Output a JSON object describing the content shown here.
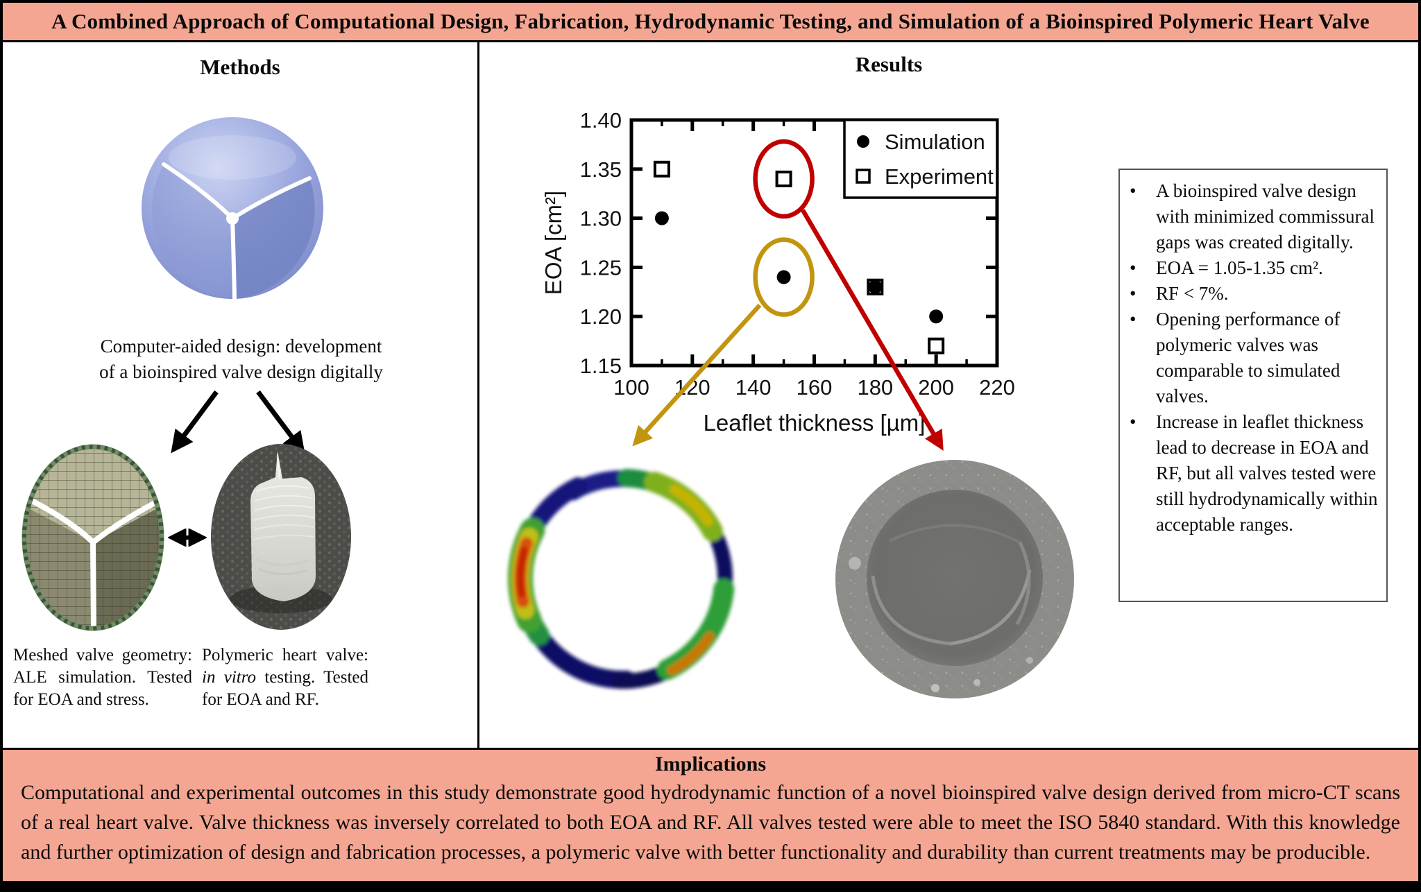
{
  "title": "A Combined Approach of Computational Design, Fabrication, Hydrodynamic Testing, and Simulation of a Bioinspired Polymeric Heart Valve",
  "colors": {
    "banner_salmon": "#F5A692",
    "annotation_red": "#C00000",
    "annotation_yellow": "#C2950E"
  },
  "methods": {
    "heading": "Methods",
    "cad_caption_lines": [
      "Computer-aided design: development",
      "of a bioinspired valve design digitally"
    ],
    "mesh_caption": "Meshed valve geometry: ALE simulation. Tested for EOA and stress.",
    "polymer_caption_prefix": "Polymeric heart valve: ",
    "polymer_caption_italic": "in vitro",
    "polymer_caption_suffix": " testing. Tested for EOA and RF."
  },
  "results": {
    "heading": "Results",
    "bullets": [
      "A bioinspired valve design with minimized commissural gaps was created digitally.",
      "EOA = 1.05-1.35 cm².",
      "RF < 7%.",
      "Opening performance of polymeric valves was comparable to simulated valves.",
      "Increase in leaflet thickness lead to decrease in EOA and RF, but all valves tested were still hydrodynamically within acceptable ranges."
    ]
  },
  "implications": {
    "heading": "Implications",
    "text": "Computational and experimental outcomes in this study demonstrate good hydrodynamic function of a novel bioinspired valve design derived from micro-CT scans of a real heart valve. Valve thickness was inversely correlated to both EOA and RF. All valves tested were able to meet the ISO 5840 standard. With this knowledge and further optimization of design and fabrication processes, a polymeric valve with better functionality and durability than current treatments may be producible."
  },
  "chart_data": {
    "type": "scatter",
    "title": "",
    "xlabel": "Leaflet thickness [µm]",
    "ylabel": "EOA [cm²]",
    "xlim": [
      100,
      220
    ],
    "ylim": [
      1.15,
      1.4
    ],
    "x_ticks": [
      100,
      120,
      140,
      160,
      180,
      200,
      220
    ],
    "x_minor_ticks": [
      110,
      130,
      150,
      170,
      190,
      210
    ],
    "y_ticks": [
      1.15,
      1.2,
      1.25,
      1.3,
      1.35,
      1.4
    ],
    "grid": false,
    "legend_position": "top-right",
    "series": [
      {
        "name": "Simulation",
        "marker": "filled-circle",
        "x": [
          110,
          150,
          180,
          200
        ],
        "y": [
          1.3,
          1.24,
          1.23,
          1.2
        ]
      },
      {
        "name": "Experiment",
        "marker": "open-square",
        "x": [
          110,
          150,
          180,
          200
        ],
        "y": [
          1.35,
          1.34,
          1.23,
          1.17
        ]
      }
    ],
    "note": "At 180 µm the simulation and experiment markers overlap (appears as a filled square).",
    "annotations": [
      {
        "shape": "ellipse",
        "color": "#C00000",
        "series": "Experiment",
        "x": 150,
        "y": 1.34,
        "points_to": "experiment-valve-photo"
      },
      {
        "shape": "ellipse",
        "color": "#C2950E",
        "series": "Simulation",
        "x": 150,
        "y": 1.24,
        "points_to": "simulation-ring-image"
      }
    ]
  }
}
